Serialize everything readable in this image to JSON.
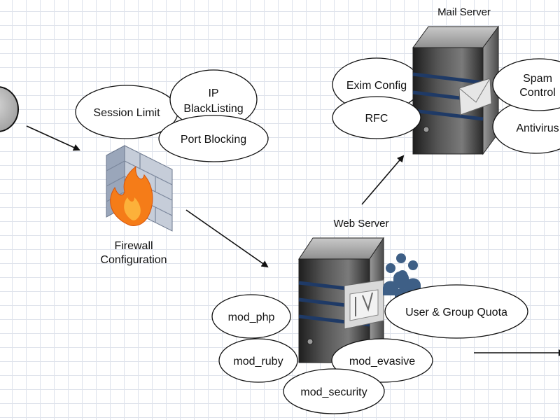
{
  "nodes": {
    "mail_server": {
      "label": "Mail Server"
    },
    "web_server": {
      "label": "Web Server"
    },
    "firewall": {
      "label_line1": "Firewall",
      "label_line2": "Configuration"
    }
  },
  "firewall_rules": {
    "session_limit": "Session Limit",
    "ip_blacklisting_line1": "IP",
    "ip_blacklisting_line2": "BlackListing",
    "port_blocking": "Port Blocking"
  },
  "mail_features": {
    "exim_config": "Exim Config",
    "rfc": "RFC",
    "spam_control_line1": "Spam",
    "spam_control_line2": "Control",
    "antivirus": "Antivirus"
  },
  "web_modules": {
    "mod_php": "mod_php",
    "mod_ruby": "mod_ruby",
    "mod_security": "mod_security",
    "mod_evasive": "mod_evasive",
    "user_group_quota": "User & Group Quota"
  },
  "colors": {
    "server_body": "#3a3a3a",
    "server_stripe": "#1f3a66",
    "firewall_brick": "#8a96ab",
    "flame": "#f57c18",
    "users": "#3e5f86"
  }
}
